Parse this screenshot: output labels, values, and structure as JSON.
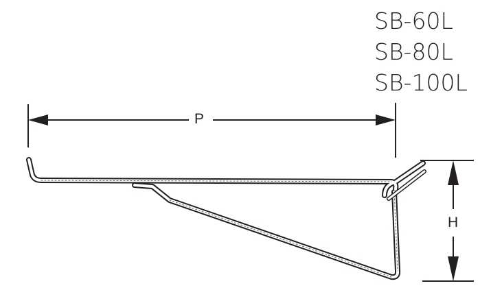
{
  "models": [
    "SB-60L",
    "SB-80L",
    "SB-100L"
  ],
  "dimensions": {
    "length_label": "P",
    "height_label": "H"
  },
  "colors": {
    "ink": "#231f20",
    "background": "#ffffff"
  }
}
